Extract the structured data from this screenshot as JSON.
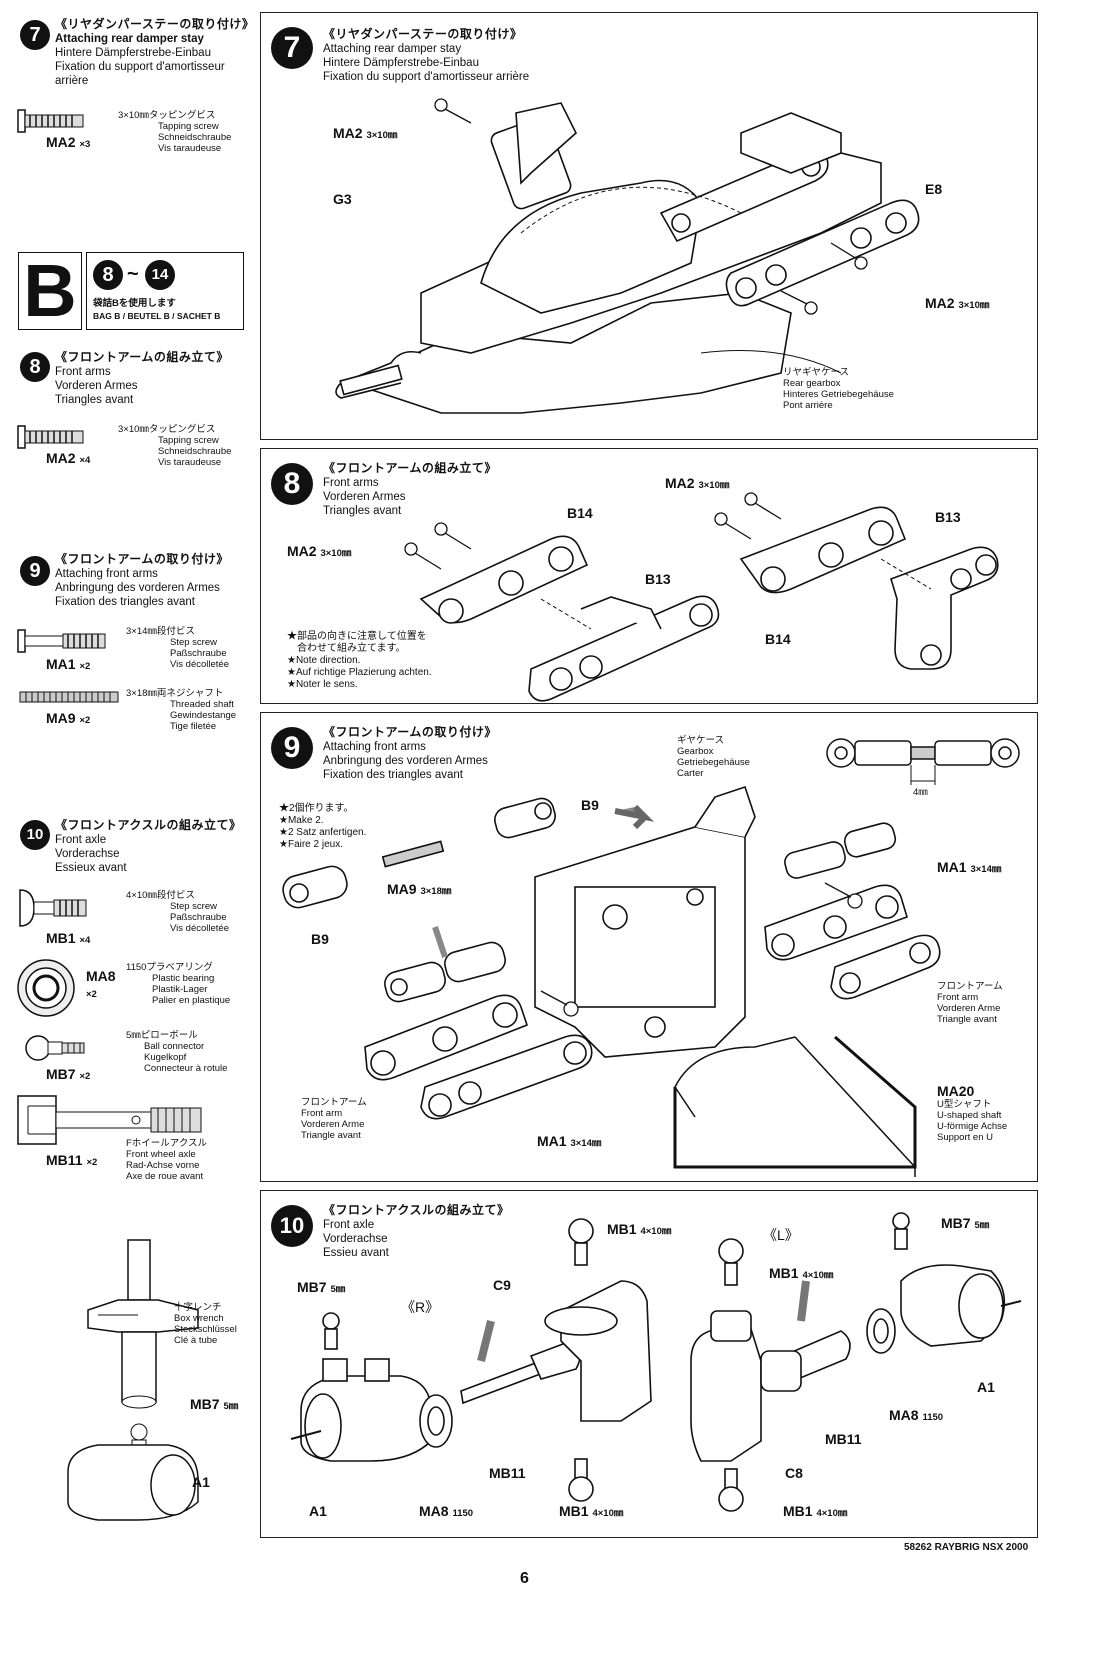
{
  "page_number": "6",
  "footer": "58262 RAYBRIG NSX 2000",
  "bag": {
    "letter": "B",
    "range_from": "8",
    "range_sep": "~",
    "range_to": "14",
    "jp": "袋詰Bを使用します",
    "en": "BAG B / BEUTEL B / SACHET B"
  },
  "sidebar": {
    "step7": {
      "num": "7",
      "jp": "《リヤダンパーステーの取り付け》",
      "en": "Attaching rear damper stay",
      "de": "Hintere Dämpferstrebe-Einbau",
      "fr": "Fixation du support d'amortisseur arrière",
      "parts": [
        {
          "code": "MA2",
          "qty": "×3",
          "jp": "3×10㎜タッピングビス",
          "en": "Tapping screw",
          "de": "Schneidschraube",
          "fr": "Vis taraudeuse"
        }
      ]
    },
    "step8": {
      "num": "8",
      "jp": "《フロントアームの組み立て》",
      "en": "Front arms",
      "de": "Vorderen Armes",
      "fr": "Triangles avant",
      "parts": [
        {
          "code": "MA2",
          "qty": "×4",
          "jp": "3×10㎜タッピングビス",
          "en": "Tapping screw",
          "de": "Schneidschraube",
          "fr": "Vis taraudeuse"
        }
      ]
    },
    "step9": {
      "num": "9",
      "jp": "《フロントアームの取り付け》",
      "en": "Attaching front arms",
      "de": "Anbringung des vorderen Armes",
      "fr": "Fixation des triangles avant",
      "parts": [
        {
          "code": "MA1",
          "qty": "×2",
          "jp": "3×14㎜段付ビス",
          "en": "Step screw",
          "de": "Paßschraube",
          "fr": "Vis décolletée"
        },
        {
          "code": "MA9",
          "qty": "×2",
          "jp": "3×18㎜両ネジシャフト",
          "en": "Threaded shaft",
          "de": "Gewindestange",
          "fr": "Tige filetée"
        }
      ]
    },
    "step10": {
      "num": "10",
      "jp": "《フロントアクスルの組み立て》",
      "en": "Front axle",
      "de": "Vorderachse",
      "fr": "Essieux avant",
      "parts": [
        {
          "code": "MB1",
          "qty": "×4",
          "jp": "4×10㎜段付ビス",
          "en": "Step screw",
          "de": "Paßschraube",
          "fr": "Vis décolletée"
        },
        {
          "code": "MA8",
          "qty": "×2",
          "jp": "1150プラベアリング",
          "en": "Plastic bearing",
          "de": "Plastik-Lager",
          "fr": "Palier en plastique"
        },
        {
          "code": "MB7",
          "qty": "×2",
          "jp": "5㎜ピローボール",
          "en": "Ball connector",
          "de": "Kugelkopf",
          "fr": "Connecteur à rotule"
        },
        {
          "code": "MB11",
          "qty": "×2",
          "jp": "Fホイールアクスル",
          "en": "Front wheel axle",
          "de": "Rad-Achse vorne",
          "fr": "Axe de roue avant"
        }
      ]
    },
    "wrench": {
      "jp": "十字レンチ",
      "en": "Box wrench",
      "de": "Steckschlüssel",
      "fr": "Clé à tube",
      "mb7": "MB7",
      "mb7_size": "5㎜",
      "a1": "A1"
    }
  },
  "panel7": {
    "num": "7",
    "jp": "《リヤダンパーステーの取り付け》",
    "en": "Attaching rear damper stay",
    "de": "Hintere Dämpferstrebe-Einbau",
    "fr": "Fixation du support d'amortisseur arrière",
    "ma2_left": "MA2",
    "ma2_left_size": "3×10㎜",
    "g3": "G3",
    "e8": "E8",
    "ma2_right": "MA2",
    "ma2_right_size": "3×10㎜",
    "gearbox_jp": "リヤギヤケース",
    "gearbox_en": "Rear gearbox",
    "gearbox_de": "Hinteres Getriebegehäuse",
    "gearbox_fr": "Pont arrière"
  },
  "panel8": {
    "num": "8",
    "jp": "《フロントアームの組み立て》",
    "en": "Front arms",
    "de": "Vorderen Armes",
    "fr": "Triangles avant",
    "ma2_a": "MA2",
    "ma2_a_size": "3×10㎜",
    "ma2_b": "MA2",
    "ma2_b_size": "3×10㎜",
    "b14_a": "B14",
    "b13_a": "B13",
    "b13_b": "B13",
    "b14_b": "B14",
    "note_jp1": "★部品の向きに注意して位置を",
    "note_jp2": "合わせて組み立てます。",
    "note_en": "★Note direction.",
    "note_de": "★Auf richtige Plazierung achten.",
    "note_fr": "★Noter le sens."
  },
  "panel9": {
    "num": "9",
    "jp": "《フロントアームの取り付け》",
    "en": "Attaching front arms",
    "de": "Anbringung des vorderen Armes",
    "fr": "Fixation des triangles avant",
    "gear_jp": "ギヤケース",
    "gear_en": "Gearbox",
    "gear_de": "Getriebegehäuse",
    "gear_fr": "Carter",
    "dim": "4㎜",
    "make_jp": "★2個作ります。",
    "make_en": "★Make 2.",
    "make_de": "★2 Satz anfertigen.",
    "make_fr": "★Faire 2 jeux.",
    "b9_top": "B9",
    "b9_bottom": "B9",
    "ma9": "MA9",
    "ma9_size": "3×18㎜",
    "ma1_right": "MA1",
    "ma1_right_size": "3×14㎜",
    "arm_right_jp": "フロントアーム",
    "arm_right_en": "Front arm",
    "arm_right_de": "Vorderen Arme",
    "arm_right_fr": "Triangle avant",
    "arm_left_jp": "フロントアーム",
    "arm_left_en": "Front arm",
    "arm_left_de": "Vorderen Arme",
    "arm_left_fr": "Triangle avant",
    "ma20": "MA20",
    "ma20_jp": "U型シャフト",
    "ma20_en": "U-shaped shaft",
    "ma20_de": "U-förmige Achse",
    "ma20_fr": "Support en U",
    "ma1_bottom": "MA1",
    "ma1_bottom_size": "3×14㎜"
  },
  "panel10": {
    "num": "10",
    "jp": "《フロントアクスルの組み立て》",
    "en": "Front axle",
    "de": "Vorderachse",
    "fr": "Essieu avant",
    "r": "《R》",
    "l": "《L》",
    "mb1_top": "MB1",
    "mb1_top_size": "4×10㎜",
    "mb7_left": "MB7",
    "mb7_left_size": "5㎜",
    "c9": "C9",
    "mb1_mid": "MB1",
    "mb1_mid_size": "4×10㎜",
    "mb7_right": "MB7",
    "mb7_right_size": "5㎜",
    "a1_left": "A1",
    "a1_right": "A1",
    "mb11_left": "MB11",
    "mb11_right": "MB11",
    "ma8_left": "MA8",
    "ma8_left_size": "1150",
    "ma8_right": "MA8",
    "ma8_right_size": "1150",
    "mb1_bottom_left": "MB1",
    "mb1_bottom_left_size": "4×10㎜",
    "mb1_bottom_right": "MB1",
    "mb1_bottom_right_size": "4×10㎜",
    "c8": "C8"
  }
}
